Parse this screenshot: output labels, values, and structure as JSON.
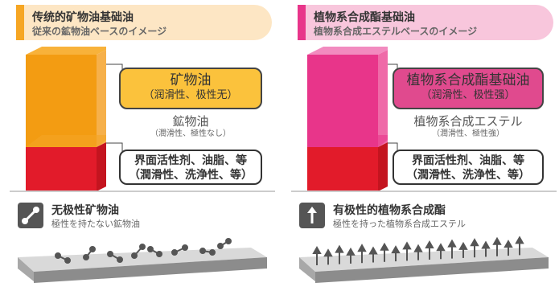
{
  "left": {
    "header": {
      "title": "传统的矿物油基础油",
      "subtitle": "従来の鉱物油ベースのイメージ",
      "color": "#f6a623",
      "bg": "#fde6c4"
    },
    "callout": {
      "main": "矿物油",
      "sub": "（润滑性、极性无）"
    },
    "plain": {
      "main": "鉱物油",
      "sub": "（潤滑性、極性なし）"
    },
    "bottom": {
      "line1": "界面活性剂、油脂、等",
      "line2": "（潤滑性、洗浄性、等）"
    },
    "info": {
      "title": "无极性矿物油",
      "subtitle": "極性を持たない鉱物油",
      "icon": "molecule-icon"
    }
  },
  "right": {
    "header": {
      "title": "植物系合成酯基础油",
      "subtitle": "植物系合成エステルベースのイメージ",
      "color": "#e8358a",
      "bg": "#f8c6dc"
    },
    "callout": {
      "main": "植物系合成酯基础油",
      "sub": "（润滑性、极性强）"
    },
    "plain": {
      "main": "植物系合成エステル",
      "sub": "（潤滑性、極性強）"
    },
    "bottom": {
      "line1": "界面活性剂、油脂、等",
      "line2": "（潤滑性、洗浄性、等）"
    },
    "info": {
      "title": "有极性的植物系合成酯",
      "subtitle": "極性を持った植物系合成エステル",
      "icon": "arrow-up-icon"
    }
  }
}
